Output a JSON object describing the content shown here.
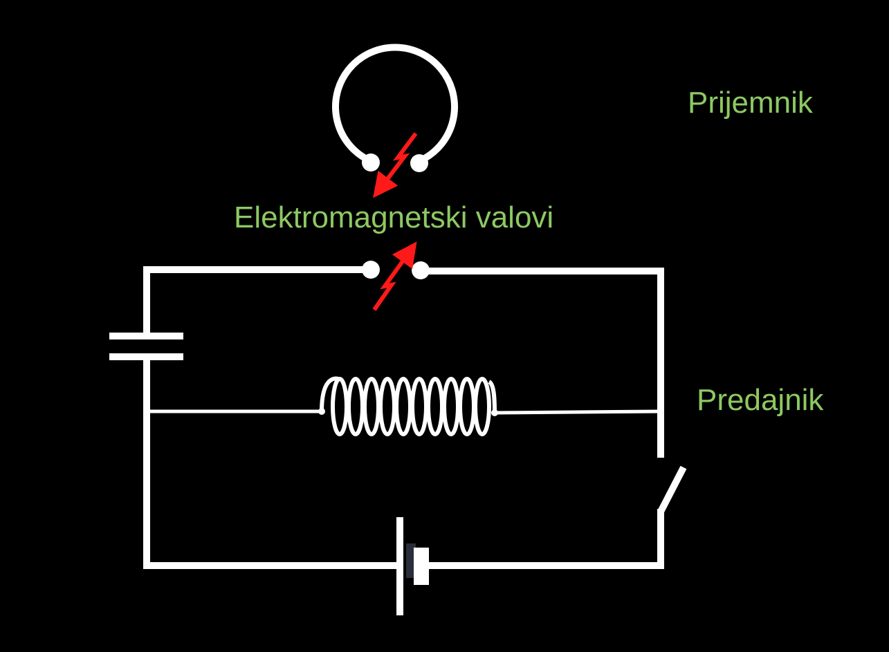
{
  "labels": {
    "receiver": "Prijemnik",
    "waves": "Elektromagnetski valovi",
    "transmitter": "Predajnik"
  },
  "colors": {
    "background": "#000000",
    "wire": "#ffffff",
    "label": "#8dc963",
    "spark": "#ff1a1a"
  }
}
